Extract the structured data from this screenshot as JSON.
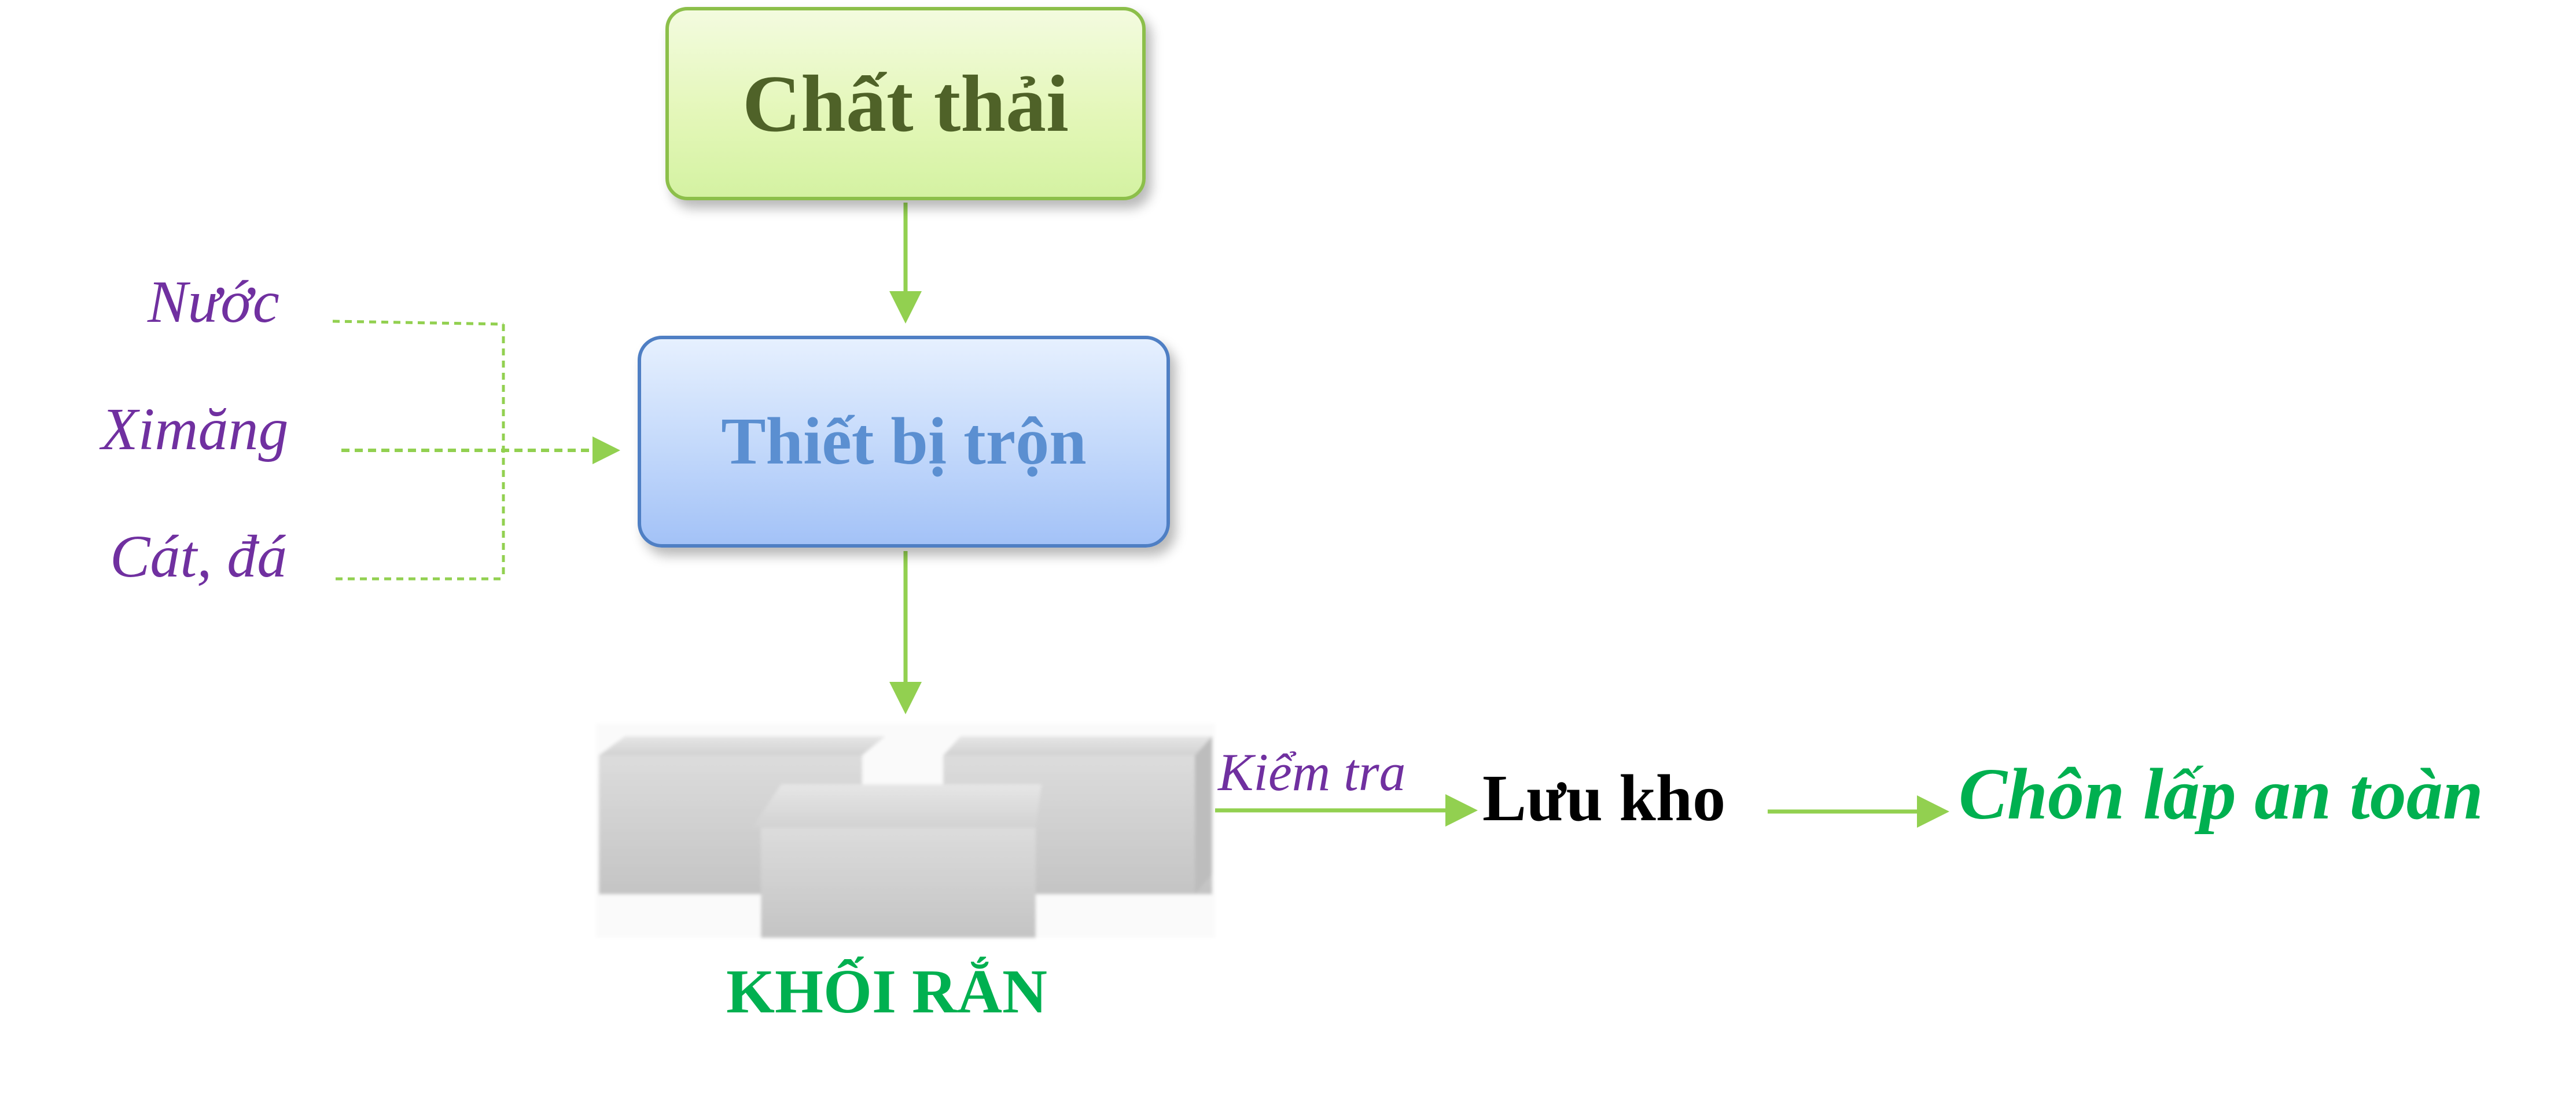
{
  "nodes": {
    "waste": "Chất thải",
    "mixer": "Thiết bị trộn",
    "solid_block": "KHỐI RẮN",
    "storage": "Lưu kho",
    "landfill": "Chôn lấp an toàn"
  },
  "inputs": [
    "Nước",
    "Ximăng",
    "Cát, đá"
  ],
  "edge_labels": {
    "check": "Kiểm tra"
  },
  "colors": {
    "arrow": "#92d050",
    "input_text": "#7030a0",
    "accent_green": "#00b050",
    "waste_text": "#4f6228",
    "mixer_text": "#5b8fd1"
  }
}
